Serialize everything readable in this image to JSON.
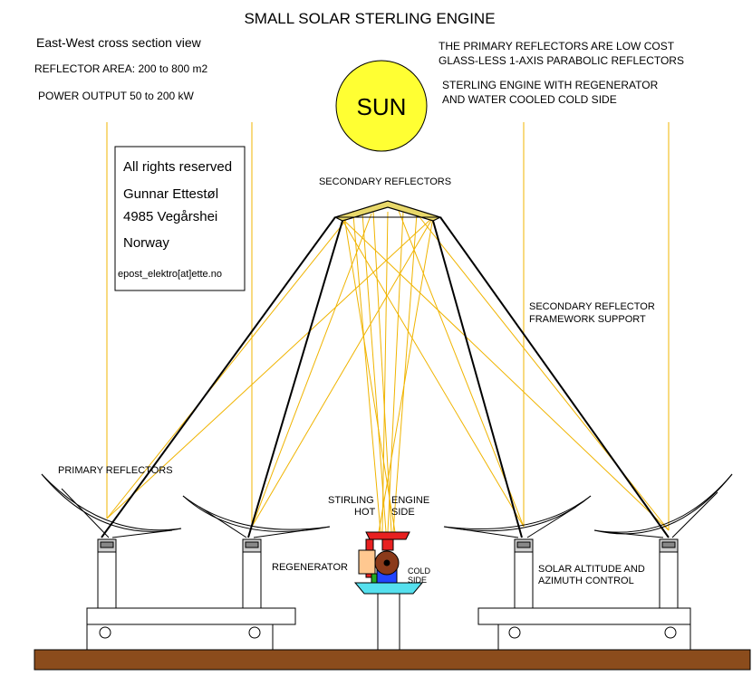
{
  "title": "SMALL  SOLAR  STERLING  ENGINE",
  "left_header": {
    "view": "East-West  cross section view",
    "area": "REFLECTOR AREA:  200 to 800 m2",
    "power": "POWER OUTPUT  50 to 200 kW"
  },
  "right_header": {
    "line1": "THE PRIMARY REFLECTORS ARE LOW COST",
    "line2": "GLASS-LESS 1-AXIS PARABOLIC REFLECTORS",
    "line3": "STERLING ENGINE WITH REGENERATOR",
    "line4": "AND WATER COOLED COLD SIDE"
  },
  "sun_label": "SUN",
  "copyright": {
    "l1": "All rights reserved",
    "l2": "Gunnar Ettestøl",
    "l3": "4985 Vegårshei",
    "l4": "Norway",
    "l5": "epost_elektro[at]ette.no"
  },
  "labels": {
    "secondary": "SECONDARY REFLECTORS",
    "framework1": "SECONDARY  REFLECTOR",
    "framework2": "FRAMEWORK SUPPORT",
    "primary": "PRIMARY REFLECTORS",
    "stirling1": "STIRLING",
    "stirling2": "ENGINE",
    "hot": "HOT",
    "side": "SIDE",
    "regenerator": "REGENERATOR",
    "cold1": "COLD",
    "cold2": "SIDE",
    "control1": "SOLAR  ALTITUDE  AND",
    "control2": "AZIMUTH  CONTROL"
  },
  "colors": {
    "sun": "#ffff33",
    "ray": "#f0b400",
    "ground": "#8b4c1c",
    "hot_side": "#e82020",
    "regenerator": "#ffc890",
    "regen_frame": "#22aa22",
    "flywheel": "#8b3a1a",
    "cylinder": "#2244ff",
    "cold_ring": "#55e0ee",
    "secondary_fill": "#e8d86a"
  }
}
